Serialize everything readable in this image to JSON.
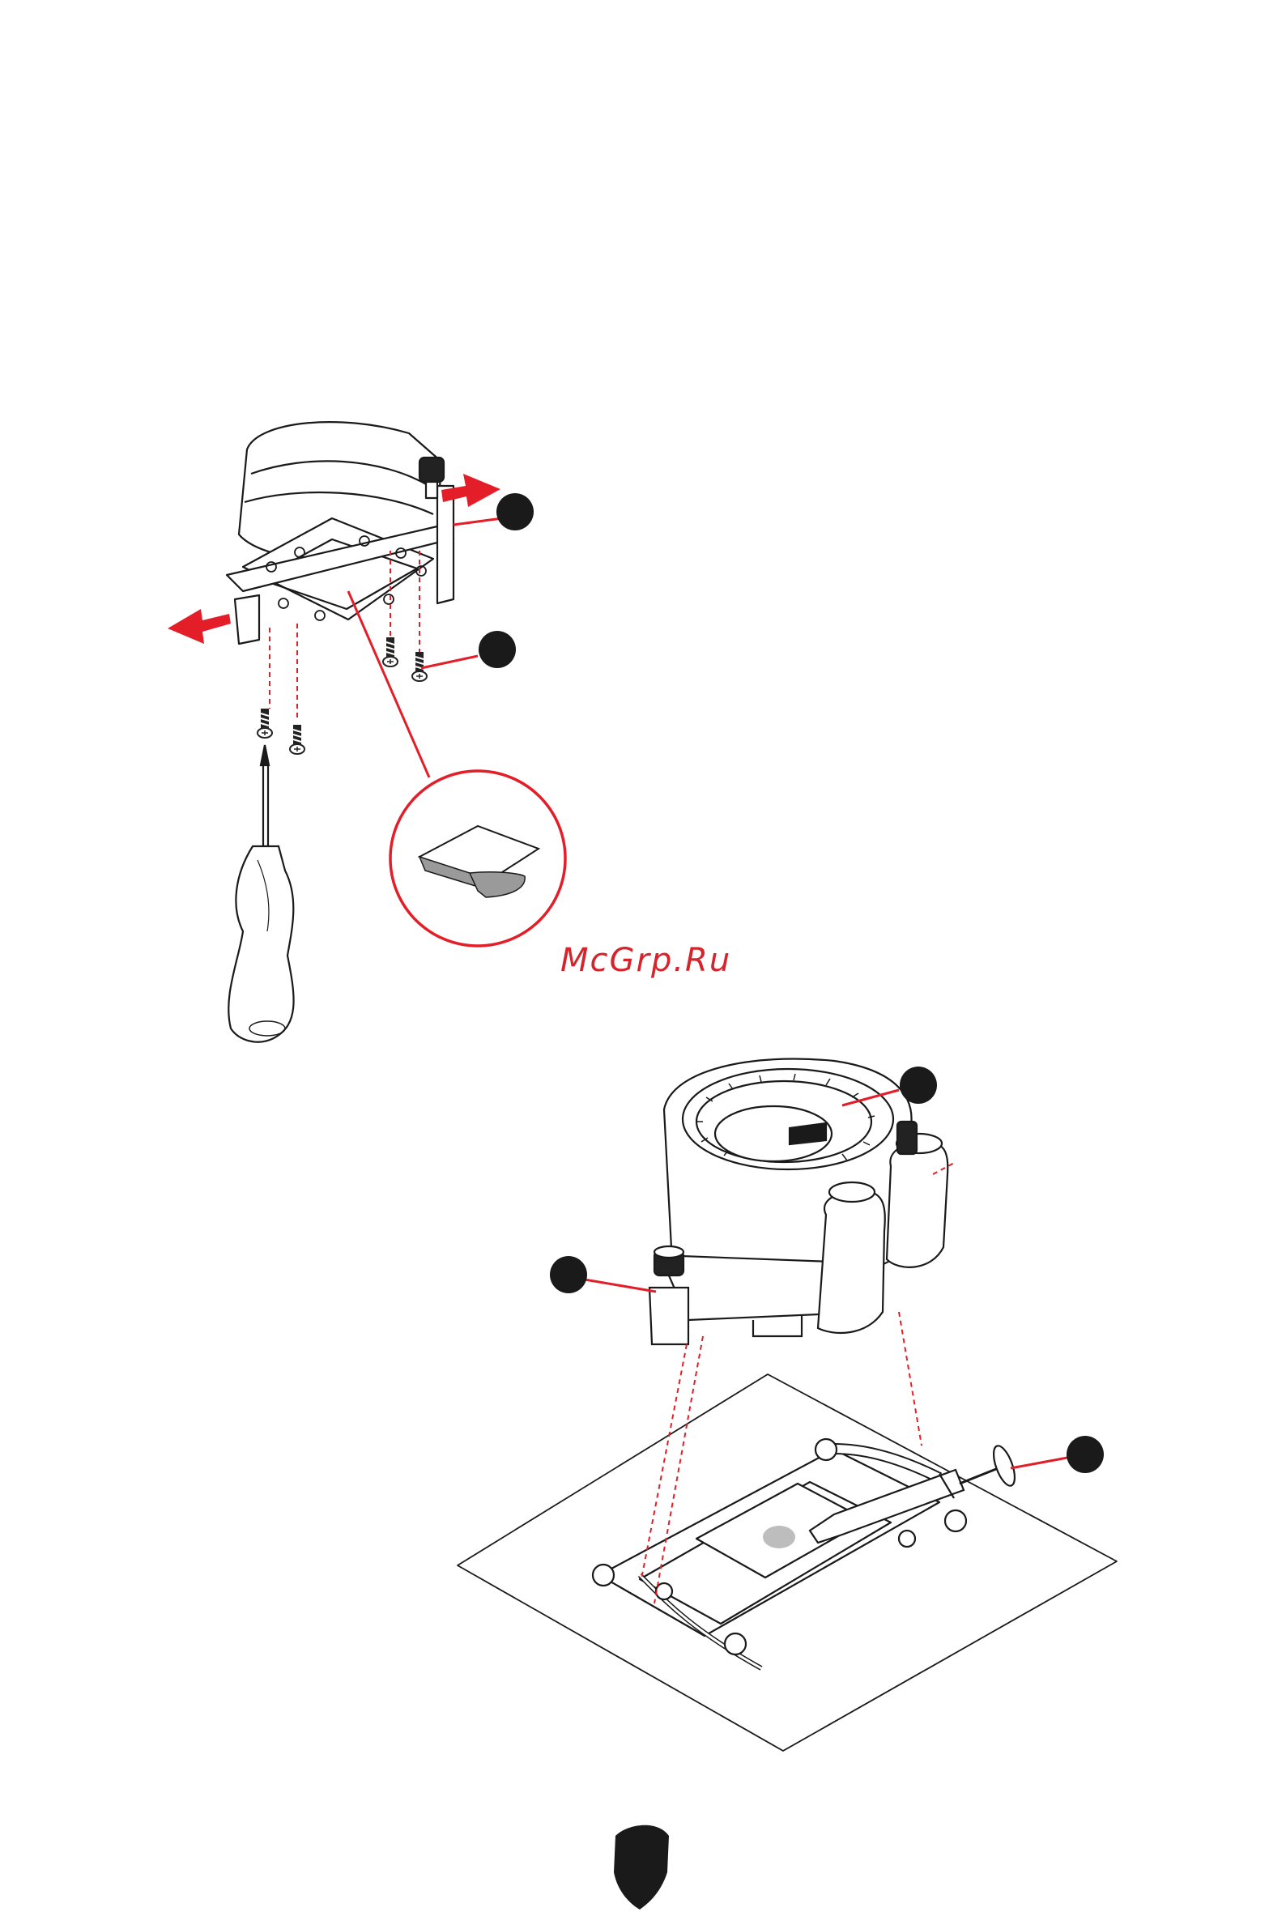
{
  "watermark": {
    "text": "McGrp.Ru",
    "color": "#d6242c"
  },
  "colors": {
    "accent_red": "#e31e28",
    "line": "#1a1a1a",
    "marker": "#1a1a1a",
    "paste": "#bdbdbd"
  },
  "figures": [
    {
      "name": "pump-underside-figure",
      "callout_markers": 2,
      "zoom_detail": "thermal-pad-peel"
    },
    {
      "name": "pump-on-socket-figure",
      "callout_markers": 3
    }
  ],
  "icons": [
    "screwdriver-icon",
    "screw-icon",
    "push-arrow-icon",
    "shield-logo-icon"
  ]
}
